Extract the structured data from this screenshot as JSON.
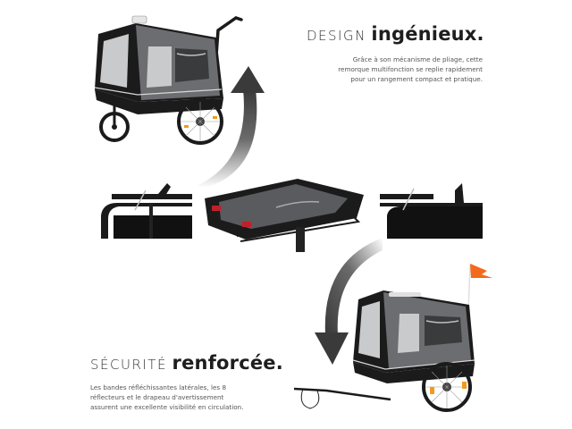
{
  "sections": {
    "design": {
      "heading_light": "DESIGN",
      "heading_bold": "ingénieux.",
      "lines": [
        "Grâce à son mécanisme de pliage, cette",
        "remorque multifonction se replie rapidement",
        "pour un rangement compact et pratique."
      ]
    },
    "securite": {
      "heading_light": "SÉCURITÉ",
      "heading_bold": "renforcée.",
      "lines": [
        "Les bandes réfléchissantes latérales, les 8",
        "réflecteurs et le drapeau d'avertissement",
        "assurent une excellente visibilité en circulation."
      ]
    }
  },
  "colors": {
    "canopy_grey": "#6b6d70",
    "frame_black": "#1b1b1b",
    "mesh_light": "#c9cacc",
    "reflector_orange": "#f39a1e",
    "flag_orange": "#f26a1b",
    "arrow_dark": "#3a3a3a"
  }
}
